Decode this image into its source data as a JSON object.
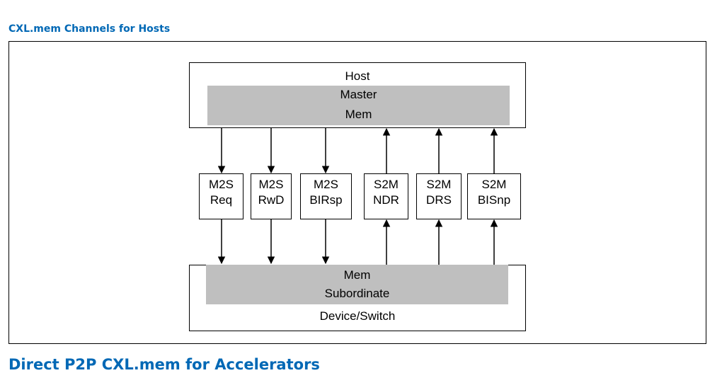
{
  "caption": "CXL.mem Channels for Hosts",
  "next_heading": "Direct P2P CXL.mem for Accelerators",
  "host": {
    "title": "Host",
    "inner_line1": "Master",
    "inner_line2": "Mem"
  },
  "device": {
    "inner_line1": "Mem",
    "inner_line2": "Subordinate",
    "title": "Device/Switch"
  },
  "channels": [
    {
      "line1": "M2S",
      "line2": "Req",
      "direction": "down"
    },
    {
      "line1": "M2S",
      "line2": "RwD",
      "direction": "down"
    },
    {
      "line1": "M2S",
      "line2": "BIRsp",
      "direction": "down"
    },
    {
      "line1": "S2M",
      "line2": "NDR",
      "direction": "up"
    },
    {
      "line1": "S2M",
      "line2": "DRS",
      "direction": "up"
    },
    {
      "line1": "S2M",
      "line2": "BISnp",
      "direction": "up"
    }
  ],
  "colors": {
    "heading": "#0068b5",
    "gray_fill": "#bfbfbf",
    "line": "#000000"
  }
}
